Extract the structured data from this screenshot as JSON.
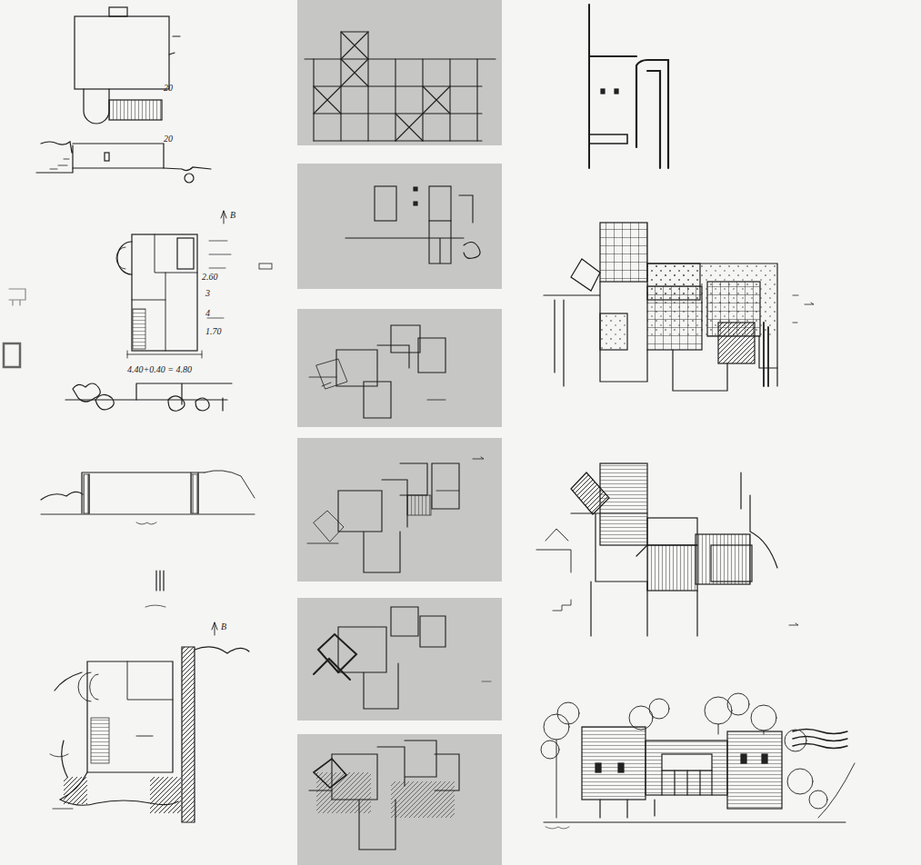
{
  "diagram": {
    "labels": [
      "20",
      "20",
      "2.60",
      "1.70",
      "3",
      "4",
      "4.40+0.40 = 4.80",
      "B",
      "B"
    ]
  }
}
